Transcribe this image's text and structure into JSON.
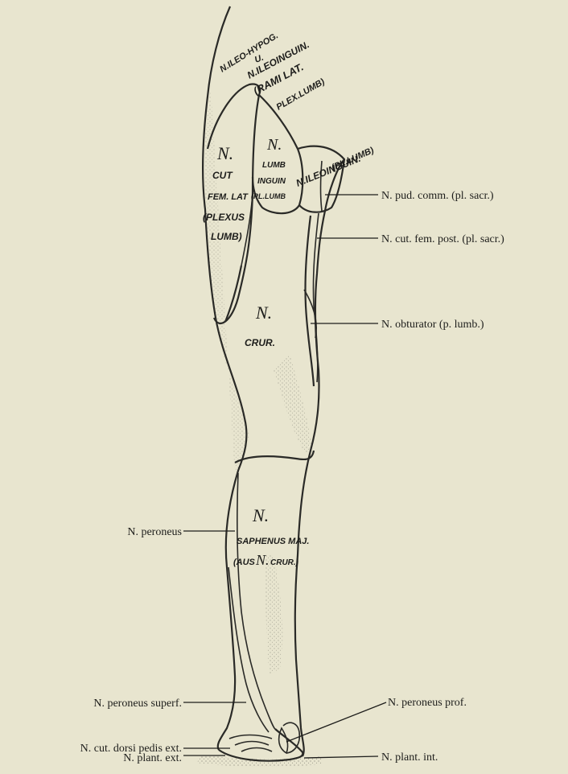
{
  "labels_right": {
    "pud_comm": "N. pud. comm. (pl. sacr.)",
    "cut_fem_post": "N. cut. fem. post. (pl. sacr.)",
    "obturator": "N. obturator (p. lumb.)",
    "peroneus_prof": "N. peroneus prof.",
    "plant_int": "N. plant. int."
  },
  "labels_left": {
    "peroneus": "N. peroneus",
    "peroneus_superf": "N. peroneus superf.",
    "cut_dorsi": "N. cut. dorsi pedis ext.",
    "plant_ext": "N. plant. ext."
  },
  "regions": {
    "ileo_hypog": "N.ILEO-HYPOG.",
    "u": "U.",
    "ileoinguin_top": "N.ILEOINGUIN.",
    "rami_lat": "(RAMI LAT.",
    "plex_lumb_top": "PLEX.LUMB)",
    "cut_n": "N.",
    "cut_1": "CUT",
    "cut_2": "FEM. LAT",
    "cut_3": "(PLEXUS",
    "cut_4": "LUMB)",
    "lumb_n": "N.",
    "lumb_1": "LUMB",
    "lumb_2": "INGUIN",
    "lumb_3": "(PL.LUMB",
    "ileoinguin_right": "N.ILEOINGUIN.",
    "pl_lumb_right": "(PL.LUMB)",
    "crur_n": "N.",
    "crur": "CRUR.",
    "saph_n": "N.",
    "saph_1": "SAPHENUS MAJ.",
    "saph_2a": "(AUS",
    "saph_2b": "N.",
    "saph_2c": "CRUR.)"
  }
}
